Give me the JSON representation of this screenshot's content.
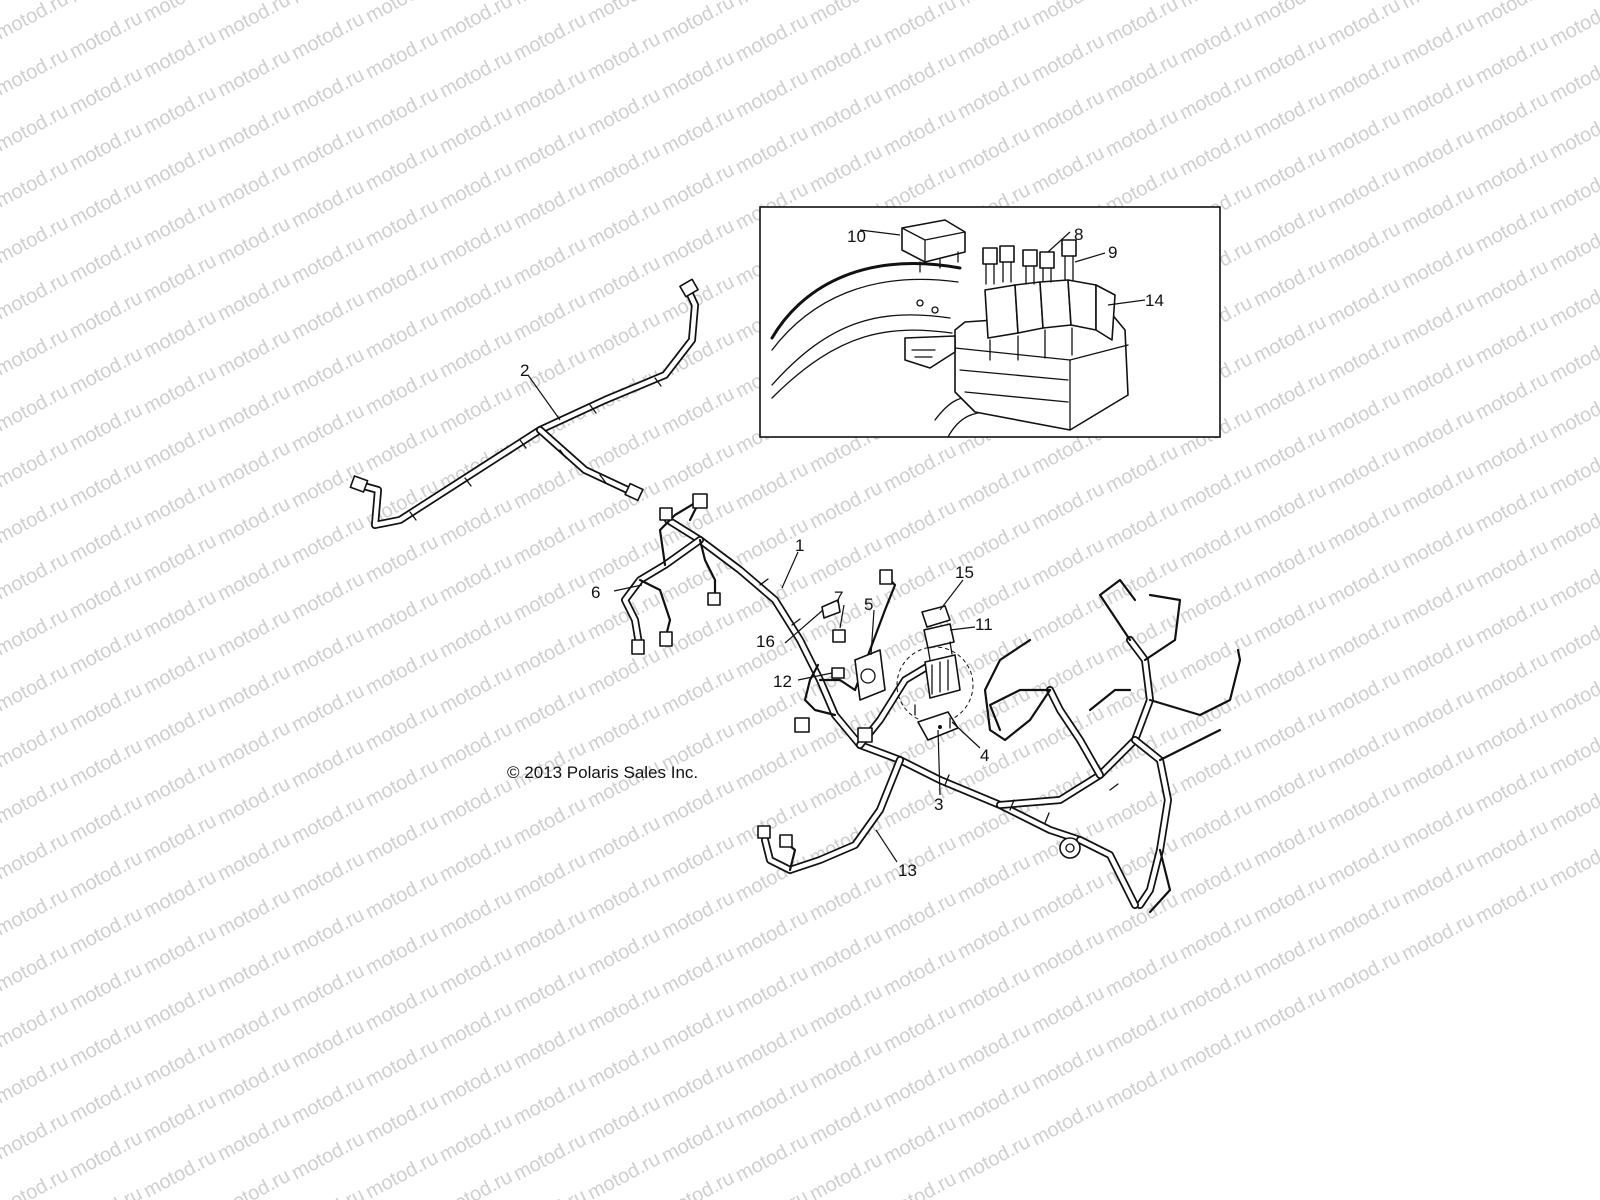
{
  "watermark": {
    "text": "motod.ru"
  },
  "copyright": "© 2013 Polaris Sales Inc.",
  "callouts": [
    {
      "id": "1",
      "label": "1"
    },
    {
      "id": "2",
      "label": "2"
    },
    {
      "id": "3",
      "label": "3"
    },
    {
      "id": "4",
      "label": "4"
    },
    {
      "id": "5",
      "label": "5"
    },
    {
      "id": "6",
      "label": "6"
    },
    {
      "id": "7",
      "label": "7"
    },
    {
      "id": "8",
      "label": "8"
    },
    {
      "id": "9",
      "label": "9"
    },
    {
      "id": "10",
      "label": "10"
    },
    {
      "id": "11",
      "label": "11"
    },
    {
      "id": "12",
      "label": "12"
    },
    {
      "id": "13",
      "label": "13"
    },
    {
      "id": "14",
      "label": "14"
    },
    {
      "id": "15",
      "label": "15"
    },
    {
      "id": "16",
      "label": "16"
    }
  ]
}
